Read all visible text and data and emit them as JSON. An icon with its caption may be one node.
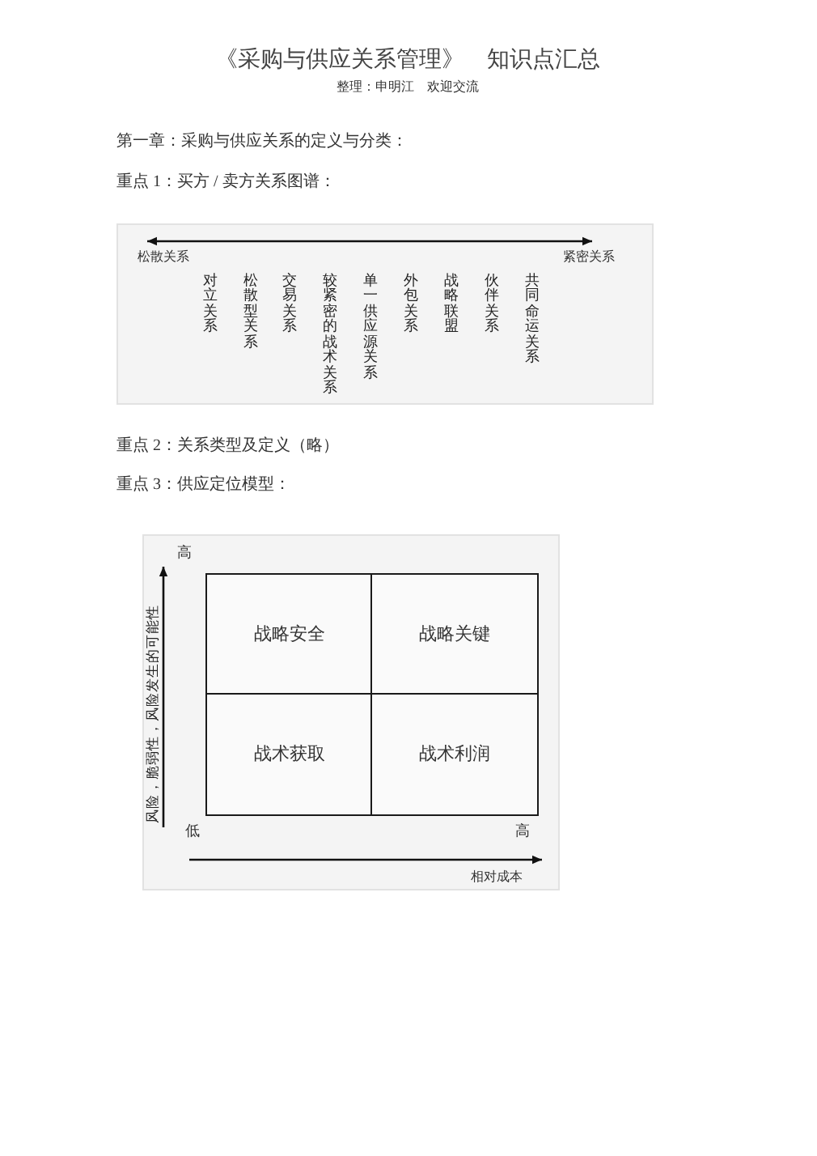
{
  "diagram": {
    "title": "《采购与供应关系管理》　知识点汇总",
    "nodes": [
      {
        "text": [
          "战略安全"
        ]
      },
      {
        "text": [
          "战略关键"
        ]
      },
      {
        "text": [
          "战术获取"
        ]
      },
      {
        "text": [
          "战术利润"
        ]
      }
    ],
    "labels": [
      "整理：申明江　欢迎交流",
      "第一章：采购与供应关系的定义与分类：",
      "重点 1：买方 / 卖方关系图谱：",
      "松散关系",
      "紧密关系",
      "对立关系",
      "松散型关系",
      "交易关系",
      "较紧密的战术关系",
      "单一供应源关系",
      "外包关系",
      "战略联盟",
      "伙伴关系",
      "共同命运关系",
      "重点 2：关系类型及定义（略）",
      "重点 3：供应定位模型：",
      "高",
      "风险，脆弱性，风险发生的可能性",
      "低",
      "高",
      "相对成本"
    ]
  }
}
